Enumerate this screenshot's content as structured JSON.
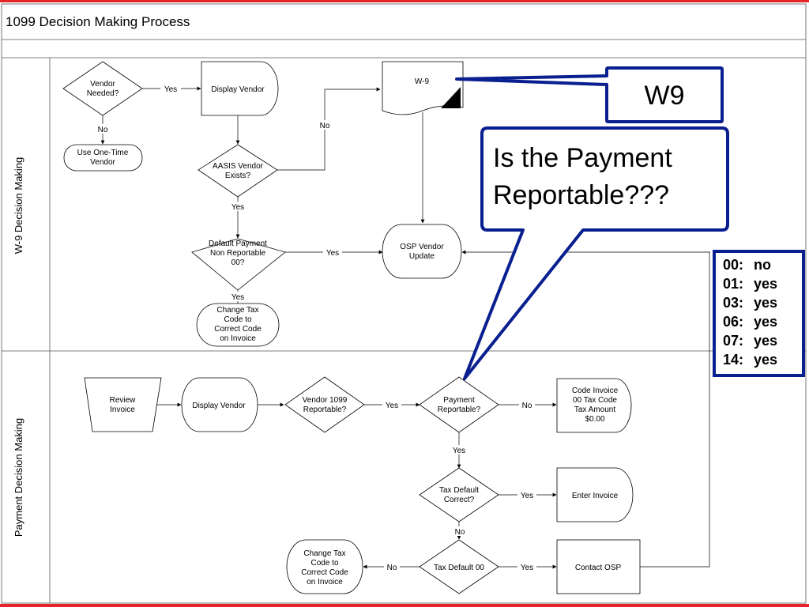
{
  "title": "1099 Decision Making Process",
  "lanes": {
    "w9": "W-9 Decision Making",
    "payment": "Payment Decision Making"
  },
  "nodes": {
    "vendor_needed": [
      "Vendor",
      "Needed?"
    ],
    "display_vendor_1": [
      "Display Vendor"
    ],
    "use_one_time": [
      "Use One-Time",
      "Vendor"
    ],
    "w9_doc": [
      "W-9"
    ],
    "aasis_exists": [
      "AASIS Vendor",
      "Exists?"
    ],
    "default_payment": [
      "Default Payment",
      "Non Reportable",
      "00?"
    ],
    "osp_update": [
      "OSP  Vendor",
      "Update"
    ],
    "change_tax_1": [
      "Change Tax",
      "Code to",
      "Correct Code",
      "on Invoice"
    ],
    "review_invoice": [
      "Review",
      "Invoice"
    ],
    "display_vendor_2": [
      "Display Vendor"
    ],
    "vendor_1099": [
      "Vendor 1099",
      "Reportable?"
    ],
    "payment_reportable": [
      "Payment",
      "Reportable?"
    ],
    "code_invoice": [
      "Code Invoice",
      "00 Tax Code",
      "Tax Amount",
      "$0.00"
    ],
    "tax_default_correct": [
      "Tax Default",
      "Correct?"
    ],
    "enter_invoice": [
      "Enter Invoice"
    ],
    "tax_default_00": [
      "Tax Default 00"
    ],
    "contact_osp": [
      "Contact OSP"
    ],
    "change_tax_2": [
      "Change Tax",
      "Code to",
      "Correct Code",
      "on Invoice"
    ]
  },
  "edge_labels": {
    "yes": "Yes",
    "no": "No"
  },
  "callouts": {
    "w9": "W9",
    "reportable": [
      "Is the Payment",
      "Reportable???"
    ]
  },
  "code_list": [
    {
      "code": "00:",
      "value": "no"
    },
    {
      "code": "01:",
      "value": "yes"
    },
    {
      "code": "03:",
      "value": "yes"
    },
    {
      "code": "06:",
      "value": "yes"
    },
    {
      "code": "07:",
      "value": "yes"
    },
    {
      "code": "14:",
      "value": "yes"
    }
  ],
  "colors": {
    "frame_red": "#e8232a",
    "callout_border": "#0a1f8f"
  }
}
